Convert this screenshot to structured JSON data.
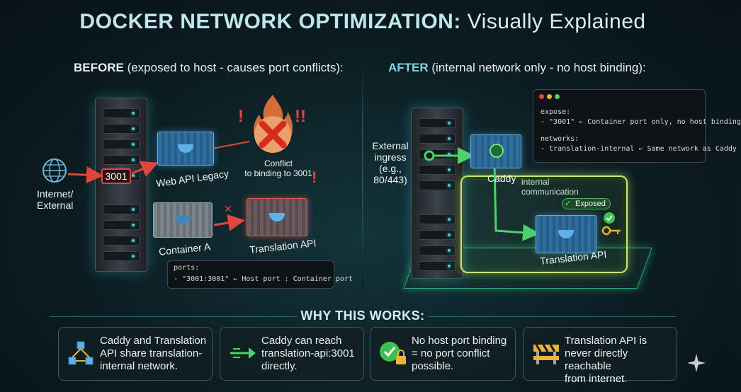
{
  "title": {
    "strong": "DOCKER NETWORK OPTIMIZATION:",
    "light": " Visually Explained"
  },
  "before": {
    "heading_bold": "BEFORE",
    "heading_rest": " (exposed to host - causes port conflicts):",
    "internet_label_1": "Internet/",
    "internet_label_2": "External",
    "port": "3001",
    "web_api": "Web API Legacy",
    "container_a": "Container A",
    "translation_api": "Translation API",
    "conflict_1": "Conflict",
    "conflict_2": "to binding to 3001",
    "code": [
      "ports:",
      "  - \"3001:3001\" ← Host port : Container port"
    ]
  },
  "after": {
    "heading_bold": "AFTER",
    "heading_rest": " (internal network only - no host binding):",
    "ingress": [
      "External",
      "ingress",
      "(e.g.,",
      "80/443)"
    ],
    "caddy": "Caddy",
    "internal_1": "internal",
    "internal_2": "communication",
    "exposed": "Exposed",
    "translation_api": "Translation API",
    "code": [
      "expose:",
      "  - \"3001\" ← Container port only, no host binding",
      "networks:",
      "  - translation-internal ← Same network as Caddy"
    ]
  },
  "why": {
    "title": "WHY THIS WORKS:",
    "cards": [
      {
        "icon": "network-nodes-icon",
        "text": "Caddy and Translation\nAPI share translation-\ninternal network."
      },
      {
        "icon": "green-arrow-icon",
        "text": "Caddy can reach\ntranslation-api:3001\ndirectly."
      },
      {
        "icon": "check-lock-icon",
        "text": "No host port binding\n= no port conflict\npossible."
      },
      {
        "icon": "barrier-icon",
        "text": "Translation API is\nnever directly reachable\nfrom internet."
      }
    ]
  },
  "colors": {
    "accent_green": "#4fd26a",
    "conflict_red": "#e0463a",
    "zone_yellow": "#c9e96a"
  }
}
